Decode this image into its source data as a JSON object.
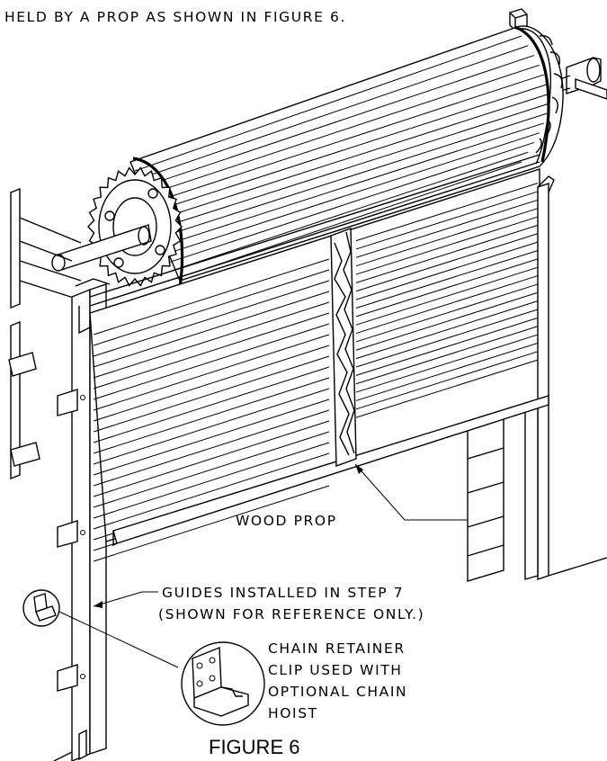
{
  "diagram": {
    "header_text": "HELD BY A PROP AS SHOWN IN FIGURE 6.",
    "callouts": {
      "wood_prop": "WOOD PROP",
      "guides_line1": "GUIDES INSTALLED IN STEP 7",
      "guides_line2": "(SHOWN FOR REFERENCE ONLY.)",
      "clip_line1": "CHAIN RETAINER",
      "clip_line2": "CLIP USED WITH",
      "clip_line3": "OPTIONAL CHAIN",
      "clip_line4": "HOIST"
    },
    "figure_caption": "FIGURE 6"
  }
}
